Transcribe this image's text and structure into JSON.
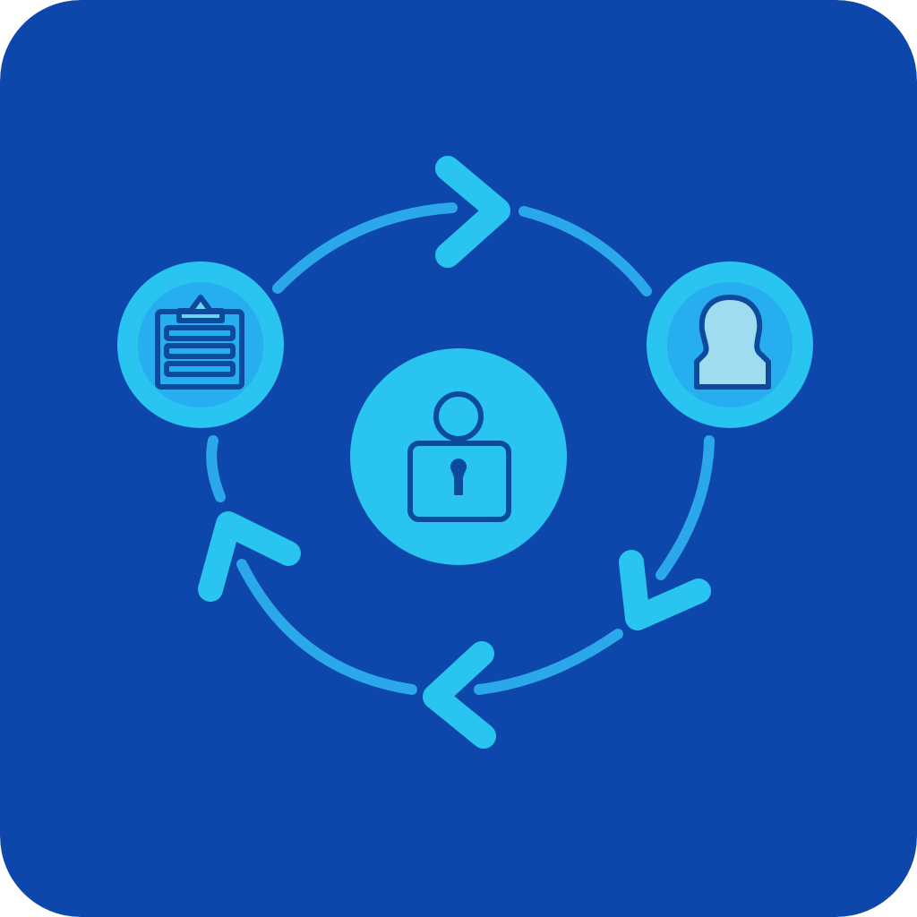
{
  "icon": {
    "theme": {
      "background": "#0e47ab",
      "ring": "#2aa8ea",
      "accent": "#29c4f0",
      "badge_inner": "#27aef0",
      "line_dark": "#0e4a9c",
      "person_fill": "#9fdcf0"
    },
    "nodes": [
      {
        "name": "clipboard-icon",
        "role": "document"
      },
      {
        "name": "user-icon",
        "role": "person"
      },
      {
        "name": "padlock-icon",
        "role": "security"
      }
    ],
    "flow_direction": "clockwise"
  }
}
